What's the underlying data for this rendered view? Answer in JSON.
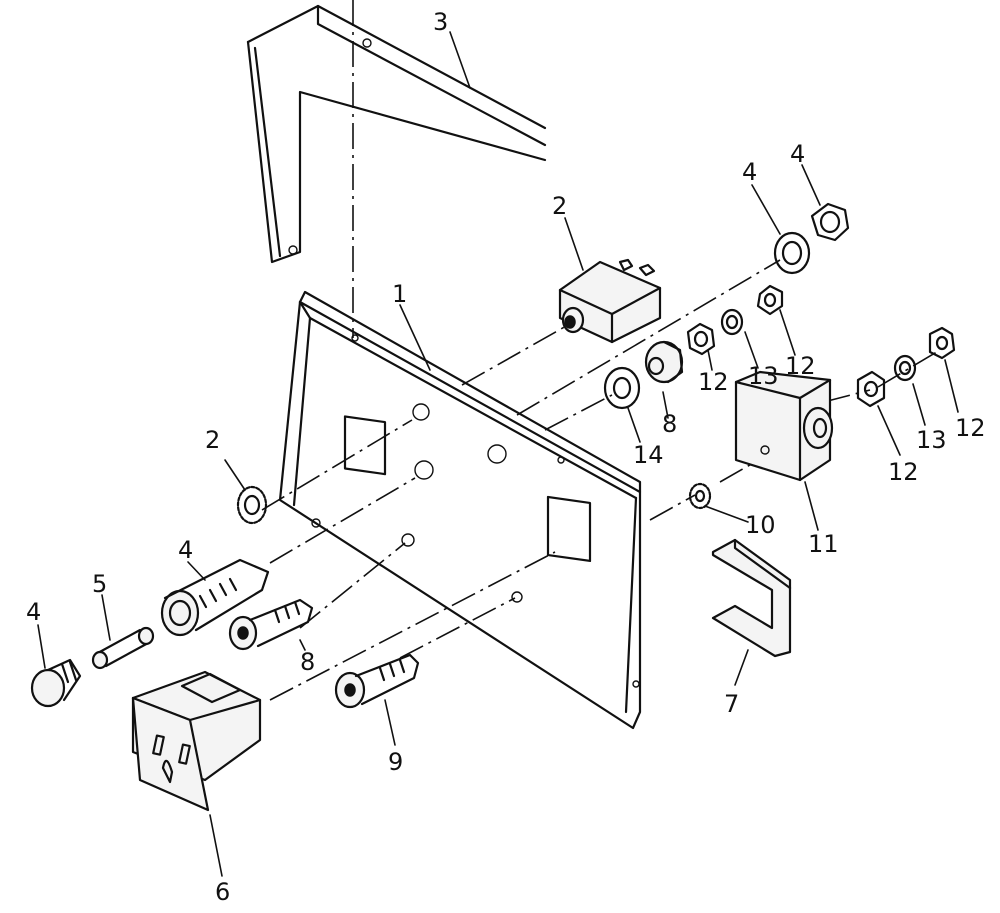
{
  "diagram": {
    "callouts": [
      {
        "id": "c3",
        "label": "3"
      },
      {
        "id": "c1",
        "label": "1"
      },
      {
        "id": "c2a",
        "label": "2"
      },
      {
        "id": "c2b",
        "label": "2"
      },
      {
        "id": "c4a",
        "label": "4"
      },
      {
        "id": "c4b",
        "label": "4"
      },
      {
        "id": "c4c",
        "label": "4"
      },
      {
        "id": "c4d",
        "label": "4"
      },
      {
        "id": "c5",
        "label": "5"
      },
      {
        "id": "c6",
        "label": "6"
      },
      {
        "id": "c7",
        "label": "7"
      },
      {
        "id": "c8a",
        "label": "8"
      },
      {
        "id": "c8b",
        "label": "8"
      },
      {
        "id": "c9",
        "label": "9"
      },
      {
        "id": "c10",
        "label": "10"
      },
      {
        "id": "c11",
        "label": "11"
      },
      {
        "id": "c12a",
        "label": "12"
      },
      {
        "id": "c12b",
        "label": "12"
      },
      {
        "id": "c12c",
        "label": "12"
      },
      {
        "id": "c12d",
        "label": "12"
      },
      {
        "id": "c13a",
        "label": "13"
      },
      {
        "id": "c13b",
        "label": "13"
      },
      {
        "id": "c14",
        "label": "14"
      }
    ]
  }
}
